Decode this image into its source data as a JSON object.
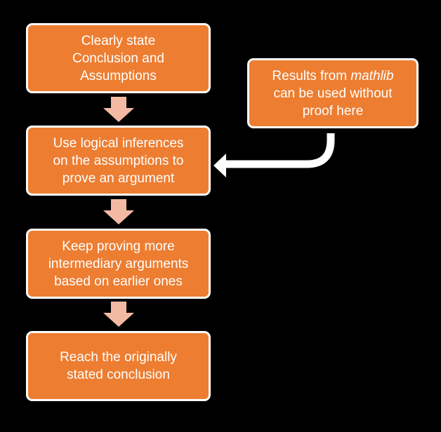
{
  "colors": {
    "background": "#000000",
    "box_fill": "#ED7D31",
    "box_border": "#FFFFFF",
    "text": "#FFFFFF",
    "down_arrow": "#F4B9A3",
    "connector_arrow": "#FFFFFF"
  },
  "steps": [
    {
      "lines": [
        "Clearly state",
        "Conclusion and",
        "Assumptions"
      ]
    },
    {
      "lines": [
        "Use logical inferences",
        "on the assumptions to",
        "prove an argument"
      ]
    },
    {
      "lines": [
        "Keep proving more",
        "intermediary arguments",
        "based on earlier ones"
      ]
    },
    {
      "lines": [
        "Reach the originally",
        "stated conclusion"
      ]
    }
  ],
  "side_note": {
    "line1_prefix": "Results from ",
    "line1_italic": "mathlib",
    "line2": "can be used without",
    "line3": "proof here"
  }
}
